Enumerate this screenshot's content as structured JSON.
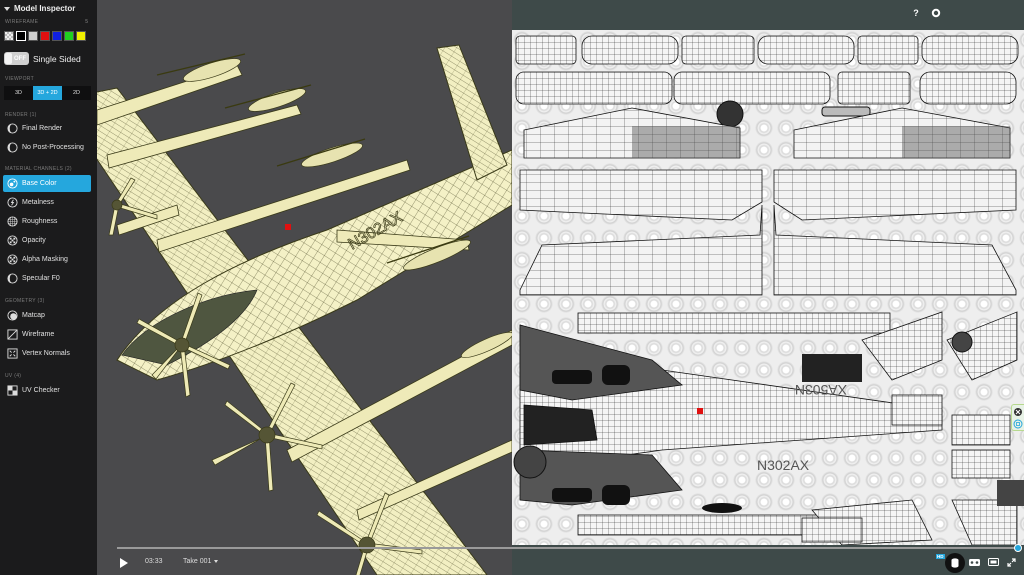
{
  "sidebar": {
    "title": "Model Inspector",
    "wireframe": {
      "label": "WIREFRAME",
      "count": "5",
      "swatches": [
        {
          "name": "checker",
          "color": "checker"
        },
        {
          "name": "black",
          "color": "#000000",
          "selected": true
        },
        {
          "name": "light-gray",
          "color": "#cfcfcf"
        },
        {
          "name": "red",
          "color": "#e01010"
        },
        {
          "name": "blue",
          "color": "#1020e0"
        },
        {
          "name": "green",
          "color": "#20d020"
        },
        {
          "name": "yellow",
          "color": "#f0f000"
        }
      ]
    },
    "single_sided": {
      "toggle": "OFF",
      "label": "Single Sided"
    },
    "viewport": {
      "label": "VIEWPORT",
      "buttons": [
        "3D",
        "3D + 2D",
        "2D"
      ],
      "active": "3D + 2D"
    },
    "render": {
      "label": "RENDER (1)",
      "items": [
        "Final Render",
        "No Post-Processing"
      ]
    },
    "material": {
      "label": "MATERIAL CHANNELS (2)",
      "items": [
        "Base Color",
        "Metalness",
        "Roughness",
        "Opacity",
        "Alpha Masking",
        "Specular F0"
      ],
      "active": "Base Color"
    },
    "geometry": {
      "label": "GEOMETRY (3)",
      "items": [
        "Matcap",
        "Wireframe",
        "Vertex Normals"
      ]
    },
    "uv": {
      "label": "UV (4)",
      "items": [
        "UV Checker"
      ]
    }
  },
  "viewport3d": {
    "background": "#4a4a4c",
    "mesh_color": "#f5f2c8",
    "wire_color": "#2a2a10",
    "registration": "N302AX"
  },
  "uv_view": {
    "background": "#3e4a49",
    "registration_text": [
      "XA503N",
      "N302AX"
    ]
  },
  "player": {
    "time": "03:33",
    "take": "Take 001",
    "hd_badge": "HD",
    "controls": [
      "help",
      "settings",
      "viewer-mode",
      "vr",
      "theater",
      "fullscreen"
    ]
  },
  "accent": "#25a7dd"
}
